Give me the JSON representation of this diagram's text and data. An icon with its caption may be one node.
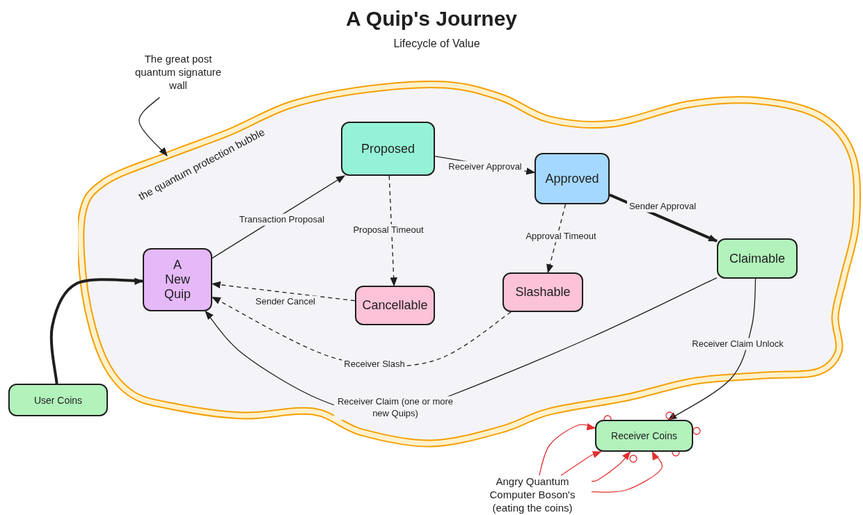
{
  "diagram": {
    "title": "A Quip's Journey",
    "nodes": [
      {
        "text": [
          "the quantum protection bubble"
        ]
      },
      {
        "text": [
          "Proposed"
        ],
        "in": 0
      },
      {
        "text": [
          "Approved"
        ],
        "in": 0
      },
      {
        "text": [
          "A New Quip"
        ],
        "in": 0
      },
      {
        "text": [
          "Cancellable"
        ],
        "in": 0
      },
      {
        "text": [
          "Slashable"
        ],
        "in": 0
      },
      {
        "text": [
          "Claimable"
        ],
        "in": 0
      },
      {
        "text": [
          "The great post quantum signature wall"
        ]
      },
      {
        "text": [
          "User Coins"
        ]
      },
      {
        "text": [
          "Receiver Coins"
        ]
      },
      {
        "text": [
          "Angry Quantum Computer Boson's (eating the coins)"
        ]
      }
    ],
    "edges": [
      {
        "from": 7,
        "to": 0,
        "arrow": "to"
      },
      {
        "from": 8,
        "to": 3,
        "arrow": "to",
        "style": "thick"
      },
      {
        "from": 3,
        "to": 1,
        "label": "Transaction Proposal",
        "arrow": "to"
      },
      {
        "from": 1,
        "to": 2,
        "label": "Receiver Approval",
        "arrow": "to"
      },
      {
        "from": 1,
        "to": 4,
        "label": "Proposal Timeout",
        "arrow": "to",
        "style": "dashed"
      },
      {
        "from": 2,
        "to": 6,
        "label": "Sender Approval",
        "arrow": "to",
        "style": "thick"
      },
      {
        "from": 2,
        "to": 5,
        "label": "Approval Timeout",
        "arrow": "to",
        "style": "dashed"
      },
      {
        "from": 4,
        "to": 3,
        "label": "Sender Cancel",
        "arrow": "to",
        "style": "dashed"
      },
      {
        "from": 5,
        "to": 3,
        "label": "Receiver Slash",
        "arrow": "to",
        "style": "dashed"
      },
      {
        "from": 6,
        "to": 3,
        "label": "Receiver Claim (one or more new Quips)",
        "arrow": "to"
      },
      {
        "from": 6,
        "to": 9,
        "label": "Receiver Claim Unlock",
        "arrow": "to"
      },
      {
        "from": 10,
        "to": 9,
        "arrow": "to",
        "color": "#e03131"
      },
      {
        "from": 10,
        "to": 9,
        "arrow": "to",
        "color": "#e03131"
      },
      {
        "from": 10,
        "to": 9,
        "arrow": "to",
        "color": "#e03131"
      },
      {
        "from": 10,
        "to": 9,
        "arrow": "to",
        "color": "#e03131"
      }
    ],
    "labels": [
      "Lifecycle of Value"
    ]
  }
}
